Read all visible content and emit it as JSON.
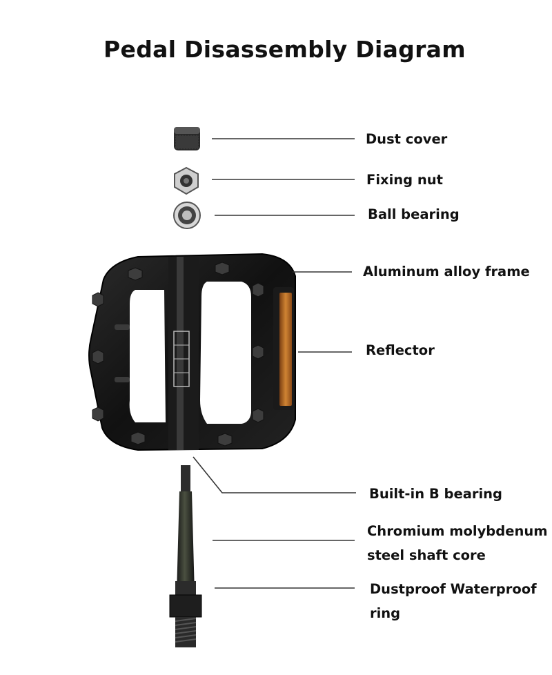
{
  "title": "Pedal Disassembly Diagram",
  "labels": {
    "dust_cover": "Dust cover",
    "fixing_nut": "Fixing nut",
    "ball_bearing": "Ball bearing",
    "frame": "Aluminum alloy frame",
    "reflector": "Reflector",
    "built_in_bearing": "Built-in B bearing",
    "shaft_core_line1": "Chromium molybdenum",
    "shaft_core_line2": "steel shaft core",
    "ring_line1": "Dustproof Waterproof",
    "ring_line2": "ring"
  },
  "colors": {
    "frame": "#141414",
    "reflector": "#c8792a",
    "leader_line": "#333333",
    "text": "#111111"
  }
}
